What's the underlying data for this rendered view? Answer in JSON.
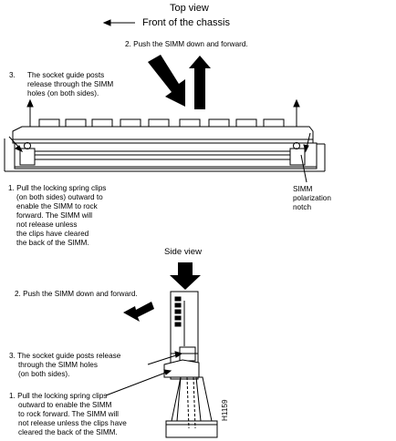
{
  "top_view": {
    "title": "Top view",
    "front_label": "Front of the chassis",
    "step2": "2. Push the SIMM down and forward.",
    "step3_num": "3.",
    "step3_lines": [
      "The socket guide posts",
      "release through the SIMM",
      "holes (on both sides)."
    ],
    "step1_lines": [
      "1. Pull the locking spring clips",
      "(on both sides) outward to",
      "enable the SIMM to rock",
      "forward. The SIMM will",
      "not release unless",
      "the clips have cleared",
      "the back of the SIMM."
    ],
    "polarization_lines": [
      "SIMM",
      "polarization",
      "notch"
    ]
  },
  "side_view": {
    "title": "Side view",
    "step2": "2. Push the SIMM down and forward.",
    "step3_lines": [
      "3. The socket guide posts release",
      "through the SIMM holes",
      "(on both sides)."
    ],
    "step1_lines": [
      "1. Pull the locking spring clips",
      "outward to enable the SIMM",
      "to rock forward. The SIMM will",
      "not release unless the clips have",
      "cleared the back of the SIMM."
    ],
    "figure_id": "H1159"
  }
}
